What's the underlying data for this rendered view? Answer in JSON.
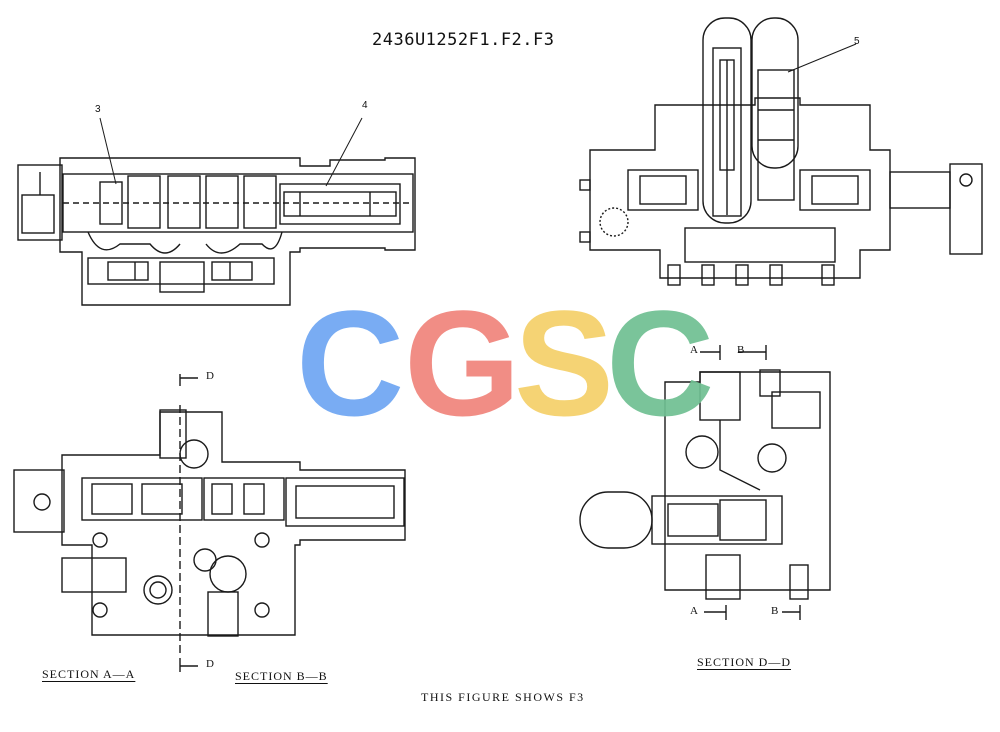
{
  "figure": {
    "title": "2436U1252F1.F2.F3",
    "caption": "THIS FIGURE SHOWS F3"
  },
  "callouts": {
    "c3": "3",
    "c4": "4",
    "c5": "5"
  },
  "sections": {
    "aa": "SECTION A—A",
    "bb": "SECTION B—B",
    "dd": "SECTION D—D"
  },
  "marks": {
    "d_top": "D",
    "d_bottom": "D",
    "a_top": "A",
    "b_top": "B",
    "a_bottom": "A",
    "b_bottom": "B"
  },
  "watermark": {
    "letters": [
      "C",
      "G",
      "S",
      "C"
    ],
    "colors": [
      "#6ea6f2",
      "#f0847b",
      "#f5d069",
      "#6fc092"
    ]
  }
}
